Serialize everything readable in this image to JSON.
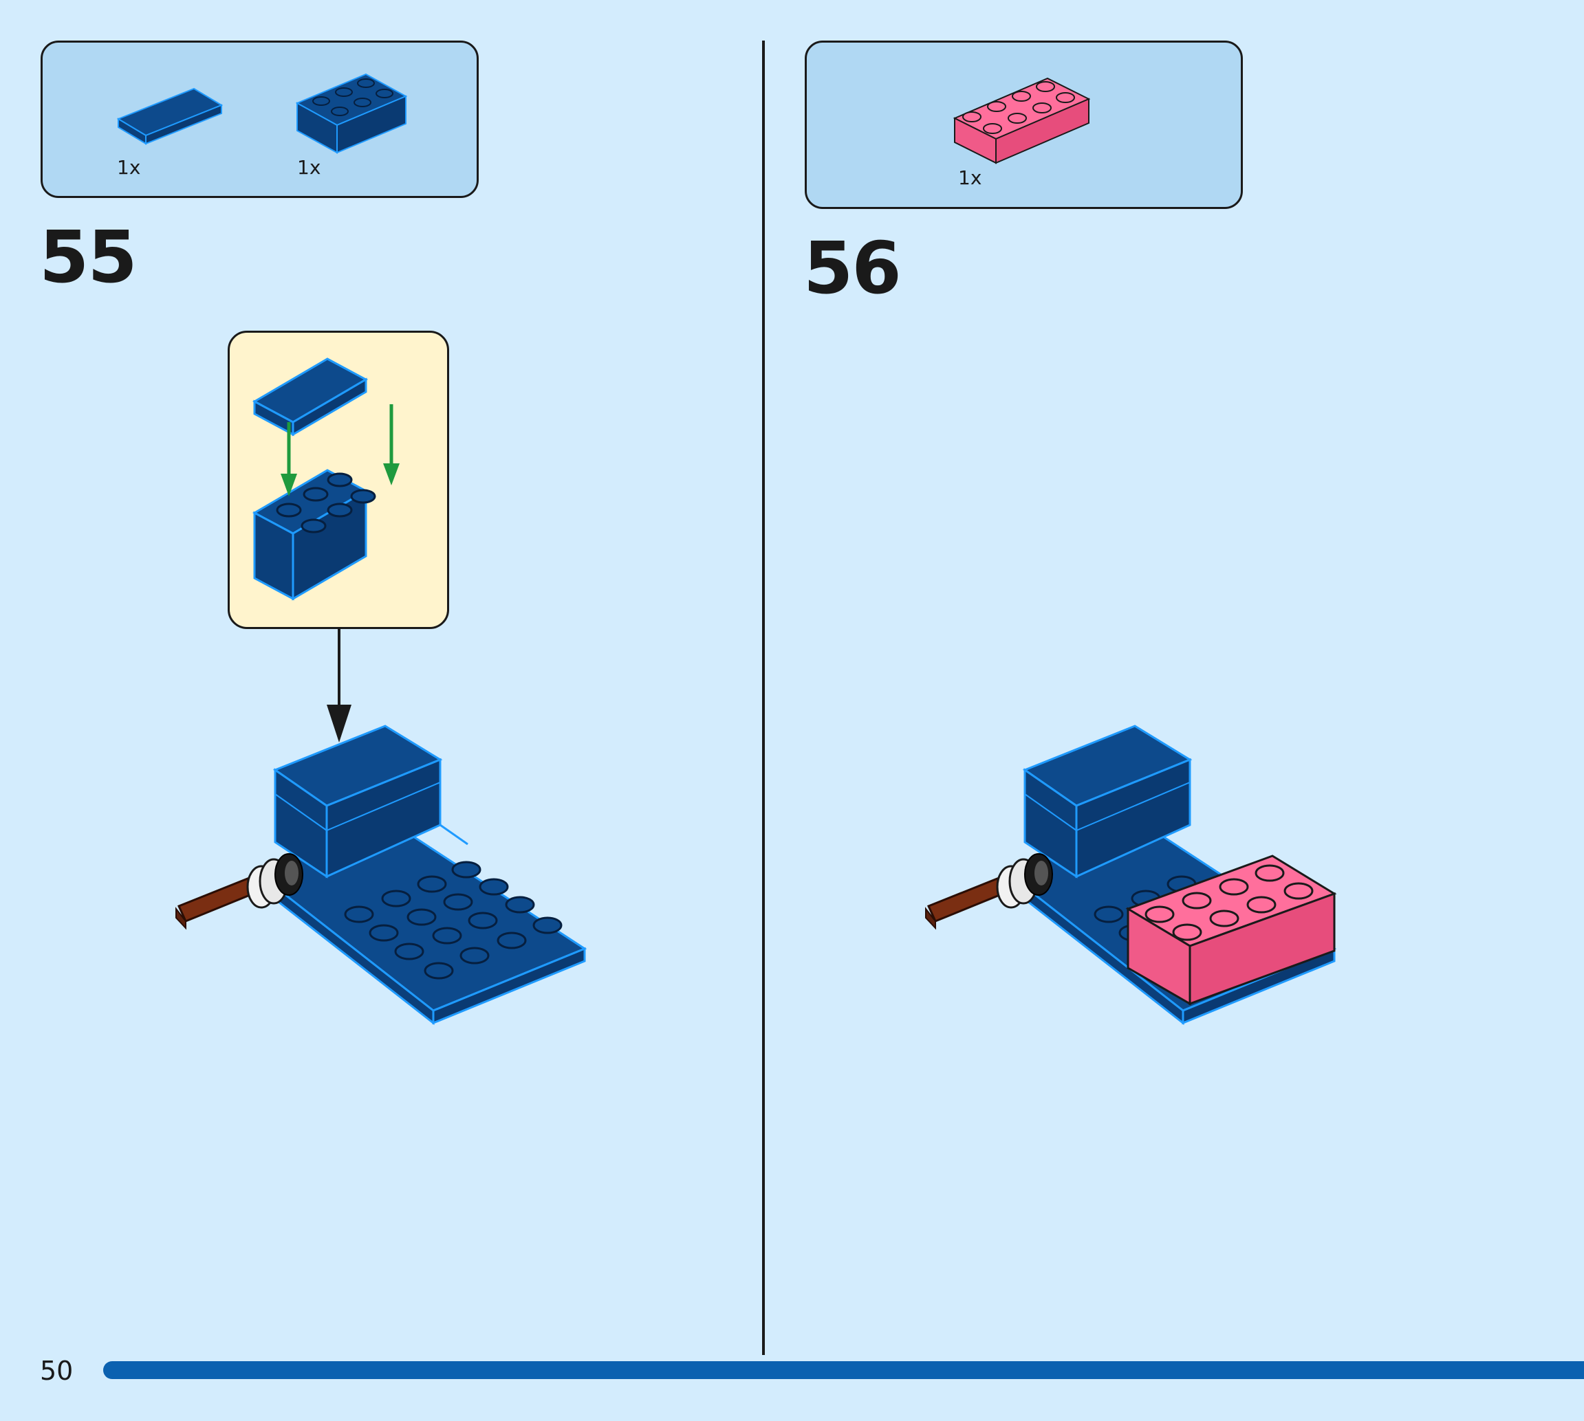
{
  "page": {
    "number": "50"
  },
  "steps": [
    {
      "number": "55",
      "parts": [
        {
          "name": "blue tile 2x3",
          "qty": "1x"
        },
        {
          "name": "blue brick 2x3",
          "qty": "1x"
        }
      ]
    },
    {
      "number": "56",
      "parts": [
        {
          "name": "pink brick 2x4",
          "qty": "1x"
        }
      ]
    }
  ],
  "colors": {
    "background": "#d3ecfd",
    "parts_box": "#b0d8f3",
    "callout": "#fff4cd",
    "dark_blue": "#0d4a8c",
    "outline_blue": "#1f9bff",
    "pink": "#ff6f9c",
    "green_arrow": "#1f9a3e",
    "progress_bar": "#0b61b0"
  }
}
